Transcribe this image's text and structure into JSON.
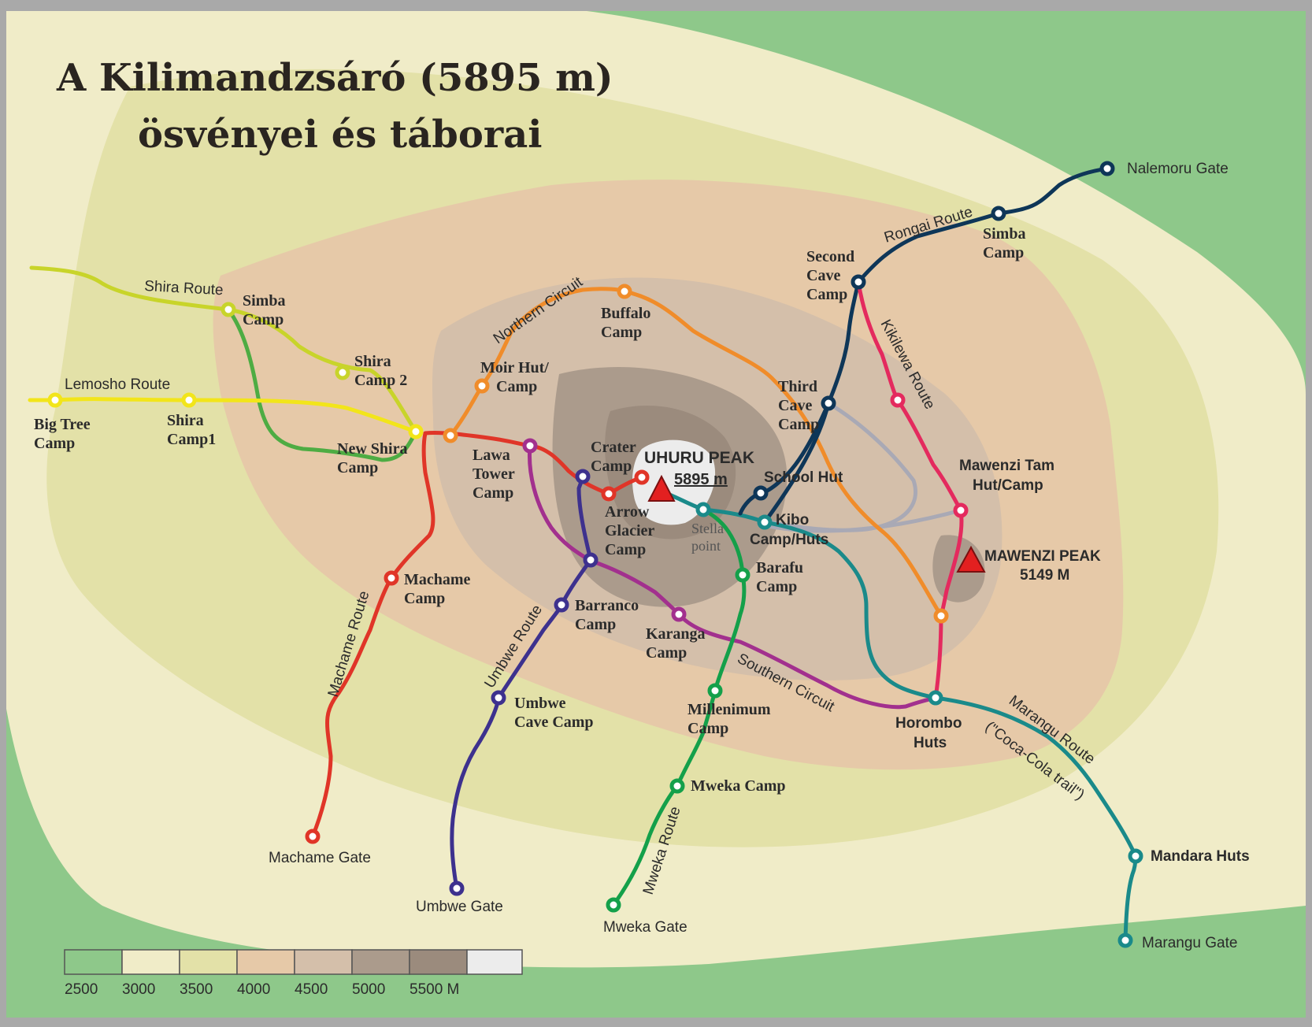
{
  "title": {
    "line1": "A Kilimandzsáró (5895 m)",
    "line2": "ösvényei és táborai"
  },
  "colors": {
    "z2500": "#8ec88a",
    "z3000": "#f0ecc8",
    "z3500": "#e3e1a8",
    "z4000": "#e6c9a8",
    "z4500": "#d4bfaa",
    "z5000": "#ab9b8c",
    "z5500": "#9b8b7d",
    "summit": "#ececec",
    "shira": "#c8d42a",
    "shira_branch": "#4eac43",
    "lemosho": "#f2e51a",
    "machame": "#e03528",
    "northern": "#f08c2a",
    "southern": "#a2308e",
    "umbwe": "#3d318e",
    "mweka": "#14a04a",
    "marangu": "#1a8a8a",
    "rongai": "#0e3658",
    "kikilewa": "#e42a5e",
    "saddle": "#a9a9b5",
    "peak": "#e32020"
  },
  "routes": {
    "shira": "Shira Route",
    "lemosho": "Lemosho Route",
    "northern": "Northern Circuit",
    "rongai": "Rongai Route",
    "kikilewa": "Kikilewa Route",
    "machame": "Machame Route",
    "umbwe": "Umbwe Route",
    "southern": "Southern Circuit",
    "mweka": "Mweka Route",
    "marangu": "Marangu Route",
    "marangu_alt": "(\"Coca-Cola trail\")"
  },
  "places": {
    "nalemoru": "Nalemoru Gate",
    "simba_east_1": "Simba",
    "simba_east_2": "Camp",
    "second_cave_1": "Second",
    "second_cave_2": "Cave",
    "second_cave_3": "Camp",
    "simba_west_1": "Simba",
    "simba_west_2": "Camp",
    "shira2_1": "Shira",
    "shira2_2": "Camp 2",
    "big_tree_1": "Big Tree",
    "big_tree_2": "Camp",
    "shira1_1": "Shira",
    "shira1_2": "Camp1",
    "new_shira_1": "New Shira",
    "new_shira_2": "Camp",
    "moir_1": "Moir Hut/",
    "moir_2": "Camp",
    "buffalo_1": "Buffalo",
    "buffalo_2": "Camp",
    "third_cave_1": "Third",
    "third_cave_2": "Cave",
    "third_cave_3": "Camp",
    "lawa_1": "Lawa",
    "lawa_2": "Tower",
    "lawa_3": "Camp",
    "crater_1": "Crater",
    "crater_2": "Camp",
    "uhuru_1": "UHURU PEAK",
    "uhuru_2": "5895 m",
    "school_hut": "School Hut",
    "mawenzi_tam_1": "Mawenzi Tam",
    "mawenzi_tam_2": "Hut/Camp",
    "arrow_1": "Arrow",
    "arrow_2": "Glacier",
    "arrow_3": "Camp",
    "stella_1": "Stella",
    "stella_2": "point",
    "kibo_1": "Kibo",
    "kibo_2": "Camp/Huts",
    "mawenzi_peak_1": "MAWENZI PEAK",
    "mawenzi_peak_2": "5149 M",
    "machame_camp_1": "Machame",
    "machame_camp_2": "Camp",
    "barafu_1": "Barafu",
    "barafu_2": "Camp",
    "barranco_1": "Barranco",
    "barranco_2": "Camp",
    "karanga_1": "Karanga",
    "karanga_2": "Camp",
    "umbwe_cave_1": "Umbwe",
    "umbwe_cave_2": "Cave Camp",
    "millenium_1": "Millenimum",
    "millenium_2": "Camp",
    "horombo_1": "Horombo",
    "horombo_2": "Huts",
    "mweka_camp": "Mweka Camp",
    "mandara": "Mandara Huts",
    "machame_gate": "Machame Gate",
    "umbwe_gate": "Umbwe Gate",
    "mweka_gate": "Mweka Gate",
    "marangu_gate": "Marangu Gate"
  },
  "legend": {
    "labels": [
      "2500",
      "3000",
      "3500",
      "4000",
      "4500",
      "5000",
      "5500 M"
    ]
  }
}
